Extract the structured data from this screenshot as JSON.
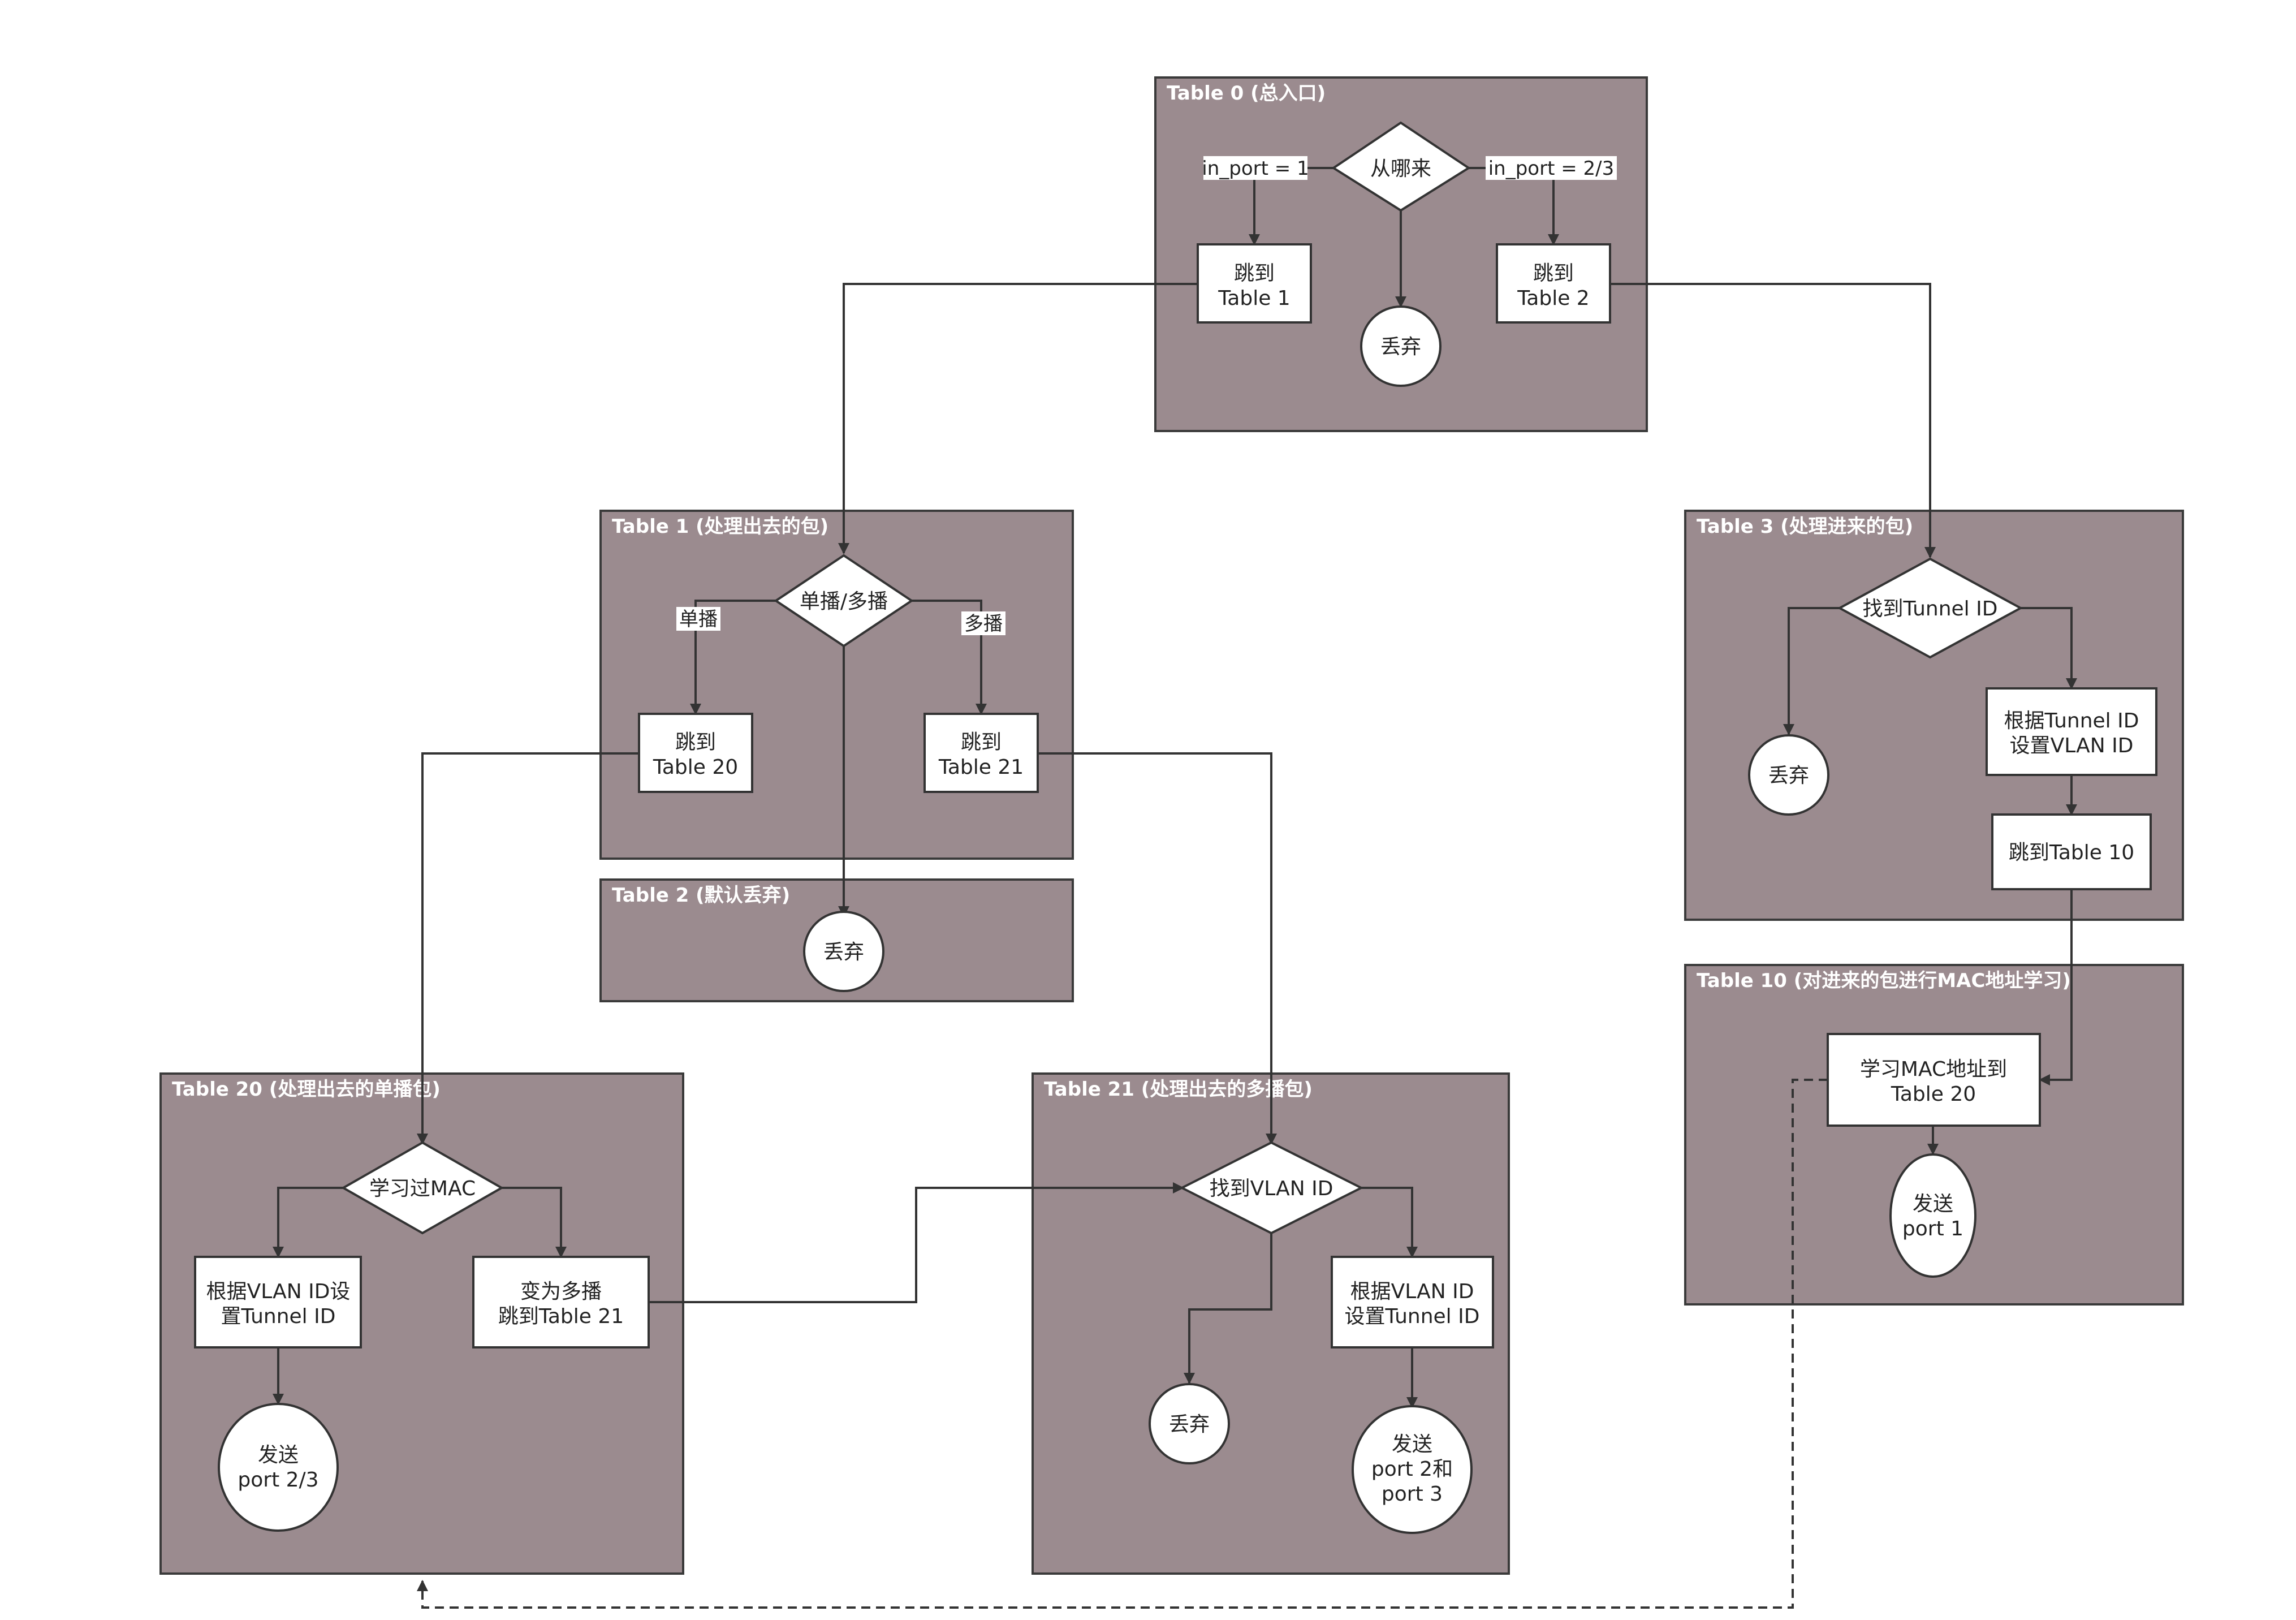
{
  "panels": {
    "t0": "Table 0 (总入口)",
    "t1": "Table 1 (处理出去的包)",
    "t2": "Table 2 (默认丢弃)",
    "t3": "Table 3 (处理进来的包)",
    "t10": "Table 10 (对进来的包进行MAC地址学习)",
    "t20": "Table 20 (处理出去的单播包)",
    "t21": "Table 21 (处理出去的多播包)"
  },
  "nodes": {
    "t0_dec": [
      "从哪来"
    ],
    "t0_j1": [
      "跳到",
      "Table 1"
    ],
    "t0_j2": [
      "跳到",
      "Table 2"
    ],
    "t0_drop": [
      "丢弃"
    ],
    "t1_dec": [
      "单播/多播"
    ],
    "t1_j20": [
      "跳到",
      "Table 20"
    ],
    "t1_j21": [
      "跳到",
      "Table 21"
    ],
    "t2_drop": [
      "丢弃"
    ],
    "t3_dec": [
      "找到Tunnel ID"
    ],
    "t3_drop": [
      "丢弃"
    ],
    "t3_set": [
      "根据Tunnel ID",
      "设置VLAN ID"
    ],
    "t3_j10": [
      "跳到Table 10"
    ],
    "t10_learn": [
      "学习MAC地址到",
      "Table 20"
    ],
    "t10_send": [
      "发送",
      "port 1"
    ],
    "t20_dec": [
      "学习过MAC"
    ],
    "t20_set": [
      "根据VLAN ID设",
      "置Tunnel ID"
    ],
    "t20_mc": [
      "变为多播",
      "跳到Table 21"
    ],
    "t20_send": [
      "发送",
      "port 2/3"
    ],
    "t21_dec": [
      "找到VLAN ID"
    ],
    "t21_drop": [
      "丢弃"
    ],
    "t21_set": [
      "根据VLAN ID",
      "设置Tunnel ID"
    ],
    "t21_send": [
      "发送",
      "port 2和",
      "port 3"
    ]
  },
  "edge_labels": {
    "inport1": "in_port = 1",
    "inport23": "in_port = 2/3",
    "unicast": "单播",
    "multicast": "多播"
  }
}
